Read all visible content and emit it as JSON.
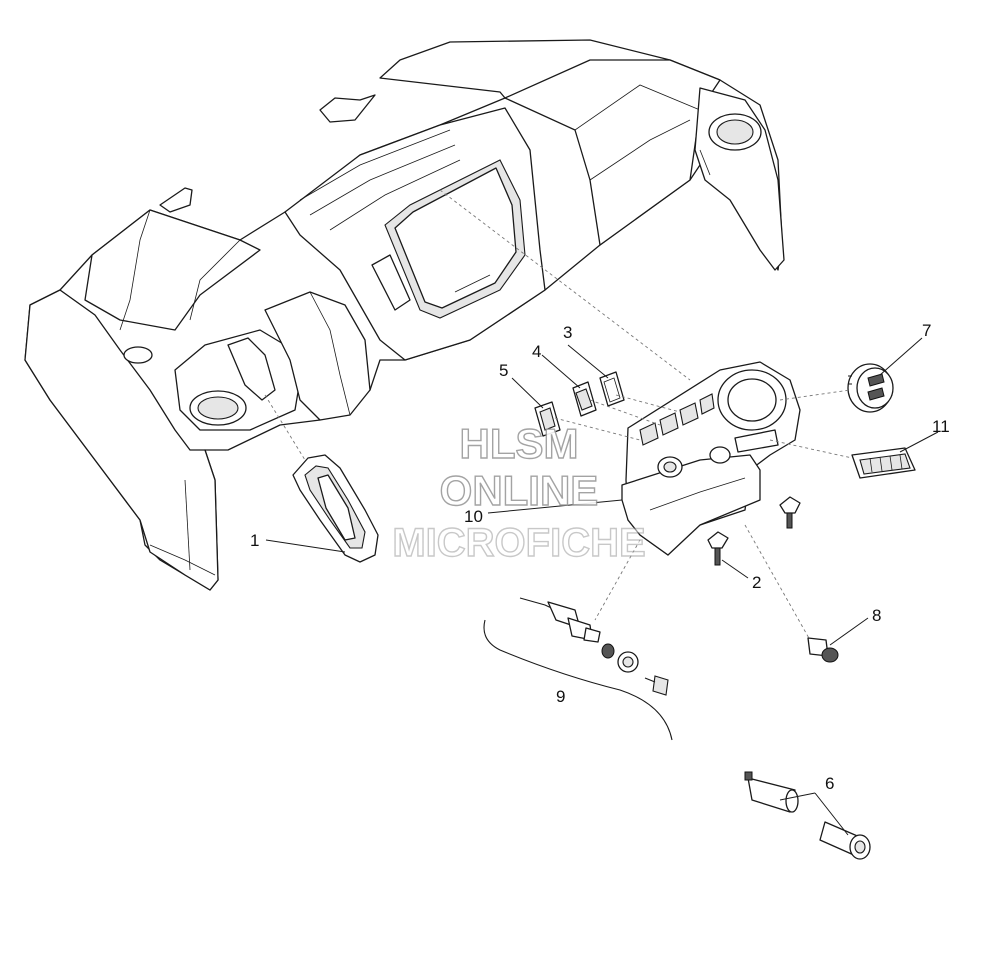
{
  "callouts": {
    "c1": "1",
    "c2": "2",
    "c3": "3",
    "c4": "4",
    "c5": "5",
    "c6": "6",
    "c7": "7",
    "c8": "8",
    "c9": "9",
    "c10": "10",
    "c11": "11"
  },
  "watermark": {
    "line1": "HLSM",
    "line2": "ONLINE",
    "line3": "MICROFICHE"
  },
  "colors": {
    "line": "#1a1a1a",
    "watermark_stroke": "#9a9a9a",
    "background": "#ffffff"
  }
}
